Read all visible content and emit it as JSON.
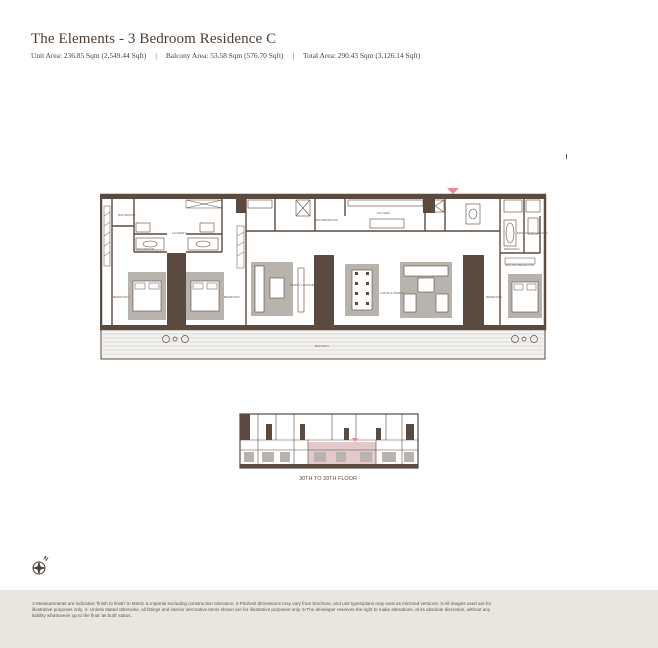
{
  "header": {
    "title": "The Elements - 3 Bedroom Residence C",
    "unit_area": "Unit Area: 236.85 Sqm (2,549.44 Sqft)",
    "balcony_area": "Balcony Area: 53.58 Sqm (576.70 Sqft)",
    "total_area": "Total Area: 290.43 Sqm (3,126.14 Sqft)",
    "separator": "|"
  },
  "floor_plan": {
    "rooms": {
      "bedroom_1": "BEDROOM",
      "bedroom_2": "BEDROOM",
      "bedroom_3": "BEDROOM",
      "master_bedroom": "MASTER BEDROOM",
      "bathroom_1": "BATHROOM",
      "bathroom_2": "BATHROOM",
      "master_bathroom": "MASTER BATHROOM",
      "laundry": "LAUNDRY",
      "kitchen": "KITCHEN",
      "maid_bedroom": "MAID BEDROOM",
      "family_lounge": "FAMILY LOUNGE",
      "living_dining": "LIVING & DINING",
      "dressing": "DRESSING",
      "balcony": "BALCONY"
    }
  },
  "key_plan": {
    "floor_label": "30TH TO 39TH FLOOR"
  },
  "footer": {
    "disclaimer": "1-Measurements are indicative 'finish to finish' in Metric & Imperial excluding construction tolerance. 2-Plot/unit dimensions may vary from brochure, and unit types/plans may exist as mirrored versions; 3-All images used are for illustrative purposes only. 4- Unless stated otherwise, all fittings and interior decorative items shown are for illustrative purposes only. 5-The developer reserves the right to make alterations, at its absolute discretion, without any liability whatsoever up to the final 'as built' status."
  },
  "colors": {
    "wall": "#5b4a3f",
    "furniture_fill": "#b9b3ad",
    "floor": "#ffffff",
    "highlight": "#e3c9cc",
    "entry_marker": "#e58a96",
    "footer_bg": "#e8e6df"
  },
  "icons": {
    "compass": "north-arrow-icon"
  }
}
